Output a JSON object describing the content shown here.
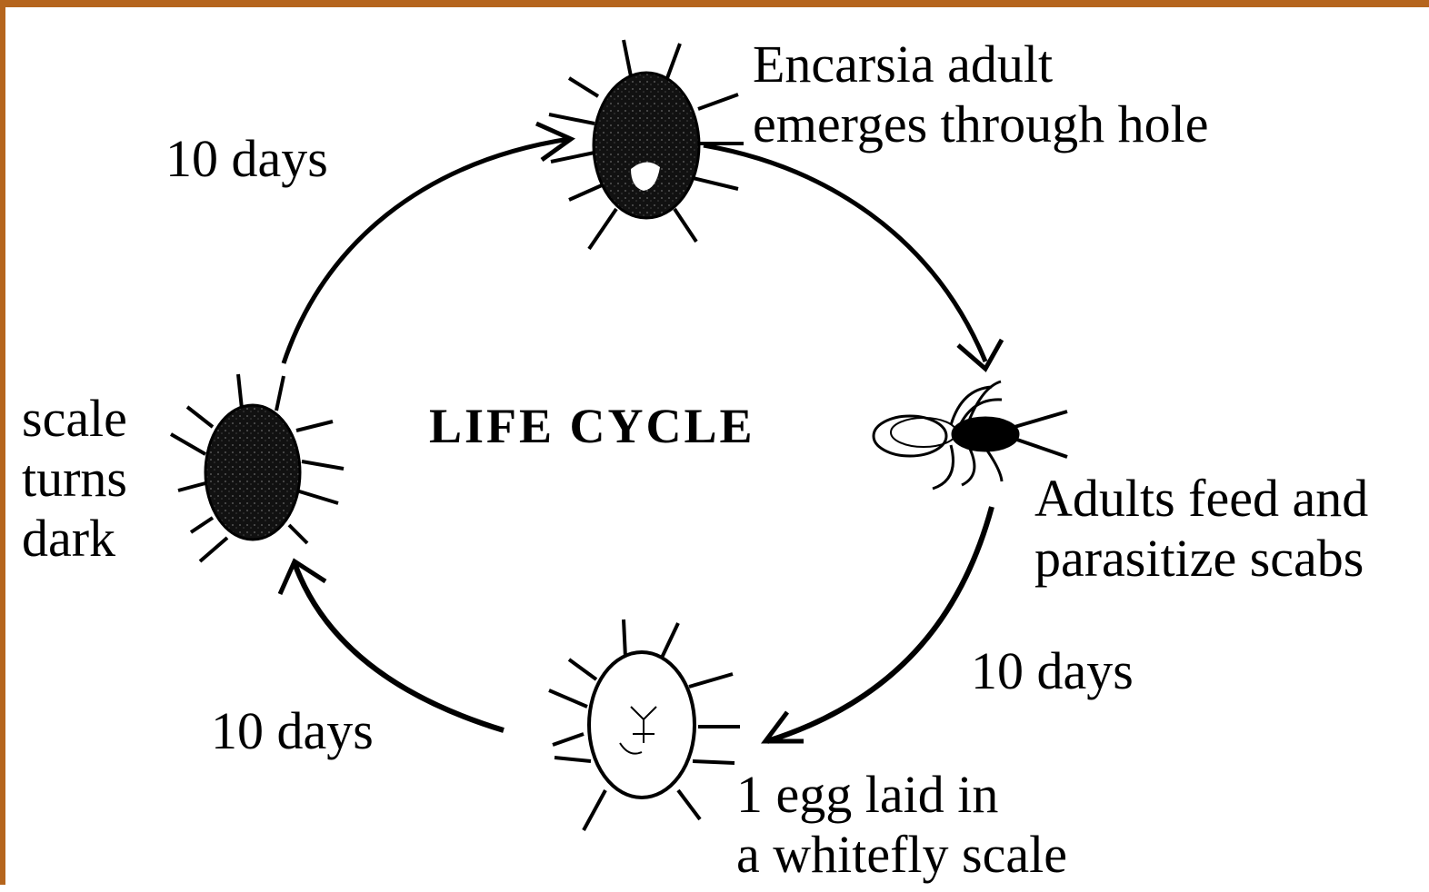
{
  "diagram": {
    "center_title": "LIFE CYCLE",
    "stages": {
      "adult_emerges": {
        "line1": "Encarsia adult",
        "line2": "emerges through hole"
      },
      "adults_feed": {
        "line1": "Adults feed and",
        "line2": "parasitize scabs"
      },
      "egg_laid": {
        "line1": "1 egg laid in",
        "line2": "a whitefly scale"
      },
      "scale_dark": {
        "line1": "scale",
        "line2": "turns",
        "line3": "dark"
      }
    },
    "durations": {
      "top_left": "10 days",
      "right": "10 days",
      "bottom_left": "10 days"
    },
    "colors": {
      "frame": "#b5651d",
      "ink": "#000000",
      "background": "#ffffff"
    }
  }
}
